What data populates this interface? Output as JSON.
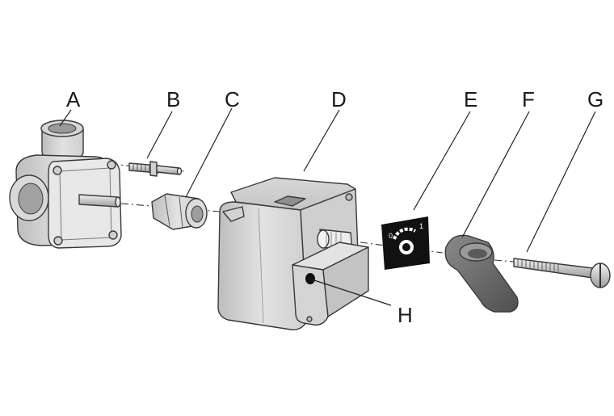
{
  "labels": {
    "A": "A",
    "B": "B",
    "C": "C",
    "D": "D",
    "E": "E",
    "F": "F",
    "G": "G",
    "H": "H"
  },
  "dial": {
    "mark_zero": "0",
    "mark_one": "1"
  },
  "colors": {
    "part_light": "#e4e4e4",
    "part_mid": "#c8c8c8",
    "part_dark": "#a9a9a9",
    "handle": "#6f6f6f",
    "plate": "#111111",
    "line": "#222222"
  }
}
